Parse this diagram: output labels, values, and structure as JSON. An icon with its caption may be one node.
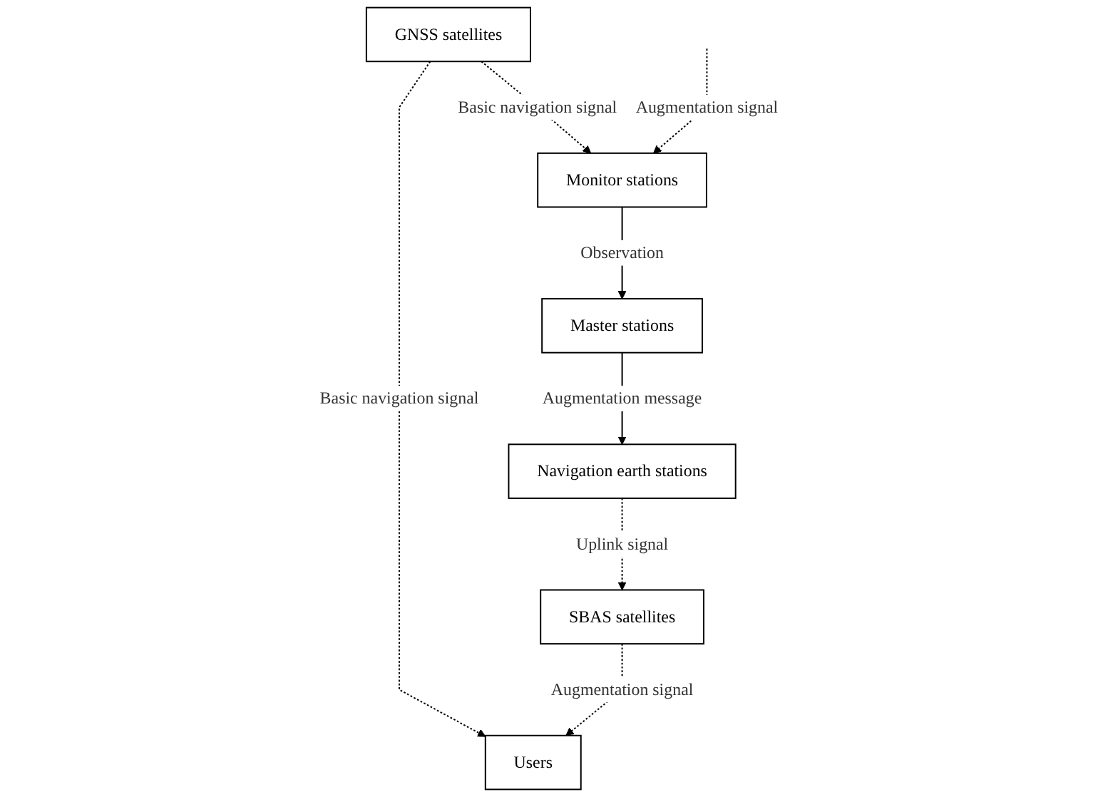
{
  "diagram": {
    "nodes": [
      {
        "text": [
          "GNSS satellites"
        ]
      },
      {
        "text": [
          "SBAS satellites"
        ]
      },
      {
        "text": [
          "Users"
        ]
      },
      {
        "text": [
          "Monitor stations"
        ]
      },
      {
        "text": [
          "Master stations"
        ]
      },
      {
        "text": [
          "Navigation earth stations"
        ]
      }
    ],
    "edges": [
      {
        "from": 0,
        "to": 2,
        "arrow": "to",
        "label": "Basic navigation signal",
        "style": "dashed"
      },
      {
        "from": 0,
        "to": 3,
        "arrow": "to",
        "label": "Basic navigation signal",
        "style": "dashed"
      },
      {
        "from": 1,
        "to": 2,
        "arrow": "to",
        "label": "Augmentation signal",
        "style": "dashed"
      },
      {
        "from": 5,
        "to": 1,
        "arrow": "to",
        "label": "Uplink signal",
        "style": "dashed"
      },
      {
        "from": 3,
        "to": 4,
        "arrow": "to",
        "label": "Observation"
      },
      {
        "from": 4,
        "to": 5,
        "arrow": "to",
        "label": "Augmentation message"
      },
      {
        "from": null,
        "to": 3,
        "arrow": "to",
        "label": "Augmentation signal",
        "style": "dashed"
      }
    ]
  }
}
